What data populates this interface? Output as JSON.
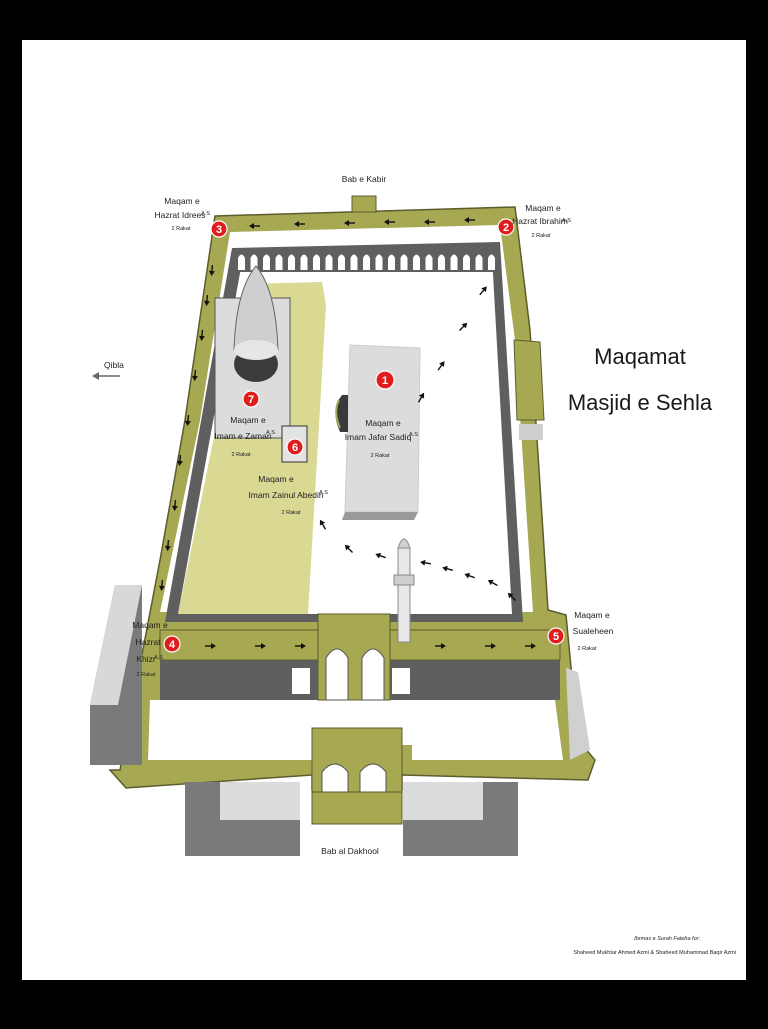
{
  "title_line1": "Maqamat",
  "title_line2": "Masjid e Sehla",
  "gates": {
    "top": "Bab e Kabir",
    "bottom": "Bab al Dakhool"
  },
  "qibla": "Qibla",
  "maqams": [
    {
      "num": "1",
      "line1": "Maqam e",
      "line2": "Imam Jafar Sadiq",
      "as": "A.S",
      "rakat": "2 Rakat"
    },
    {
      "num": "2",
      "line1": "Maqam e",
      "line2": "Hazrat Ibrahim",
      "as": "A.S",
      "rakat": "2 Rakat"
    },
    {
      "num": "3",
      "line1": "Maqam e",
      "line2": "Hazrat Idrees",
      "as": "A.S",
      "rakat": "2 Rakat"
    },
    {
      "num": "4",
      "line1": "Maqam e",
      "line2": "Hazrat",
      "line3": "Khizr",
      "as": "A.S",
      "rakat": "2 Rakat"
    },
    {
      "num": "5",
      "line1": "Maqam e",
      "line2": "Sualeheen",
      "rakat": "2 Rakat"
    },
    {
      "num": "6",
      "line1": "Maqam e",
      "line2": "Imam Zainul Abedin",
      "as": "A.S",
      "rakat": "2 Rakat"
    },
    {
      "num": "7",
      "line1": "Maqam e",
      "line2": "Imam e Zaman",
      "as": "A.S",
      "rakat": "2 Rakat"
    }
  ],
  "credit_line1": "Ibrmas e Surah Fateha for:",
  "credit_line2": "Shaheed Mukhtar Ahmed Azmi & Shaheed Muhammad Baqir Azmi",
  "colors": {
    "wall": "#a6a852",
    "courtyard_shade": "#d9d993",
    "marker": "#e01d1d",
    "inner_wall": "#5f5f5f"
  }
}
